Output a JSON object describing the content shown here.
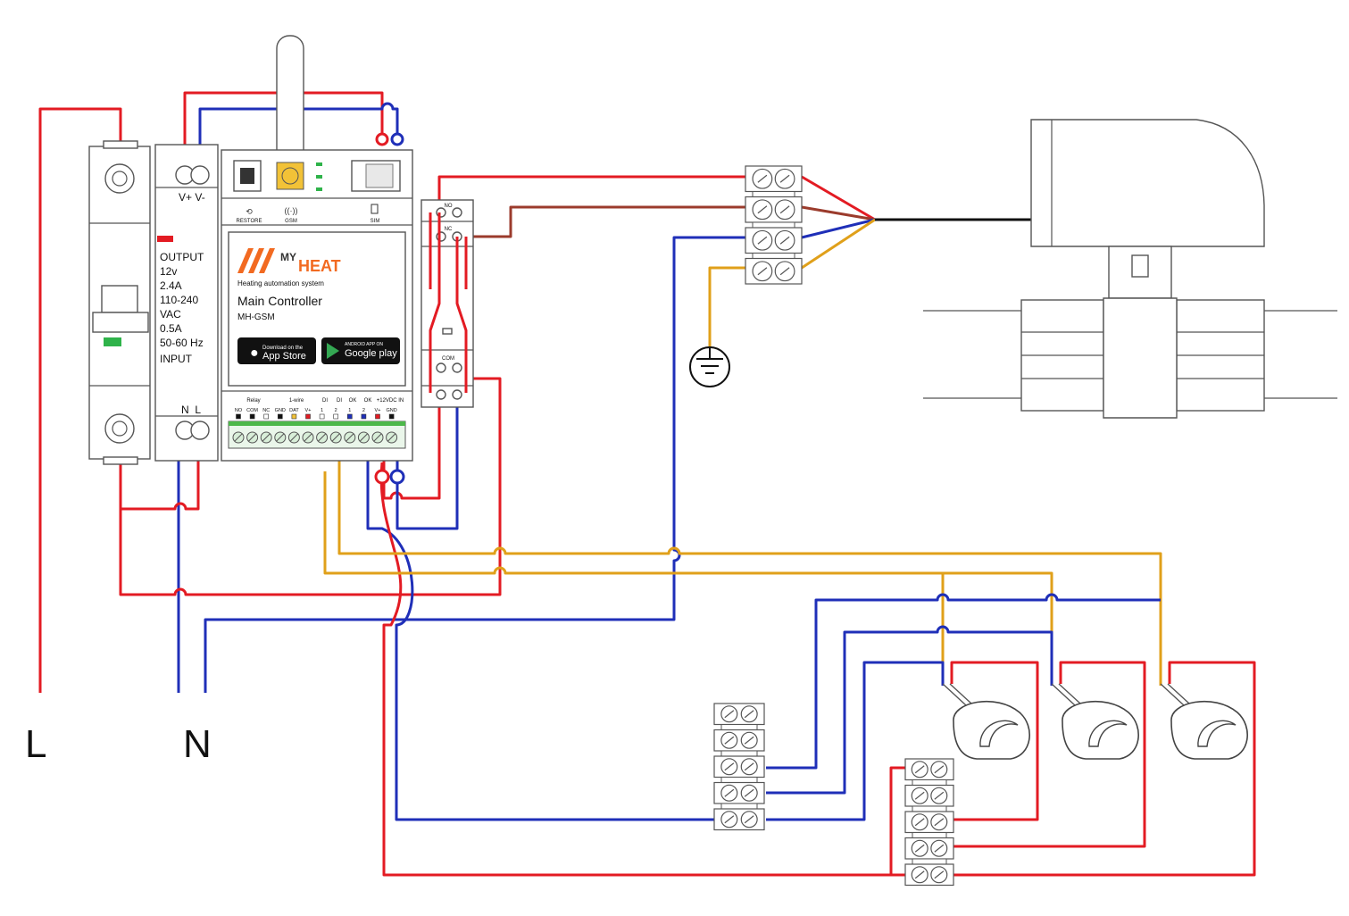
{
  "labels": {
    "line_L": "L",
    "line_N": "N"
  },
  "psu": {
    "top_terminals": "V+ V-",
    "output_label": "OUTPUT",
    "voltage_out": "12v",
    "current_out": "2.4A",
    "voltage_in": "110-240",
    "vac": "VAC",
    "current_in": "0.5A",
    "frequency": "50-60 Hz",
    "input_label": "INPUT",
    "bottom_terminals": "N  L"
  },
  "controller": {
    "restore_label": "RESTORE",
    "gsm_label": "GSM",
    "sim_label": "SIM",
    "brand_my": "MY",
    "brand_heat": "HEAT",
    "tagline": "Heating automation system",
    "title": "Main Controller",
    "model": "MH-GSM",
    "appstore_small": "Download on the",
    "appstore_big": "App Store",
    "googleplay_small": "ANDROID APP ON",
    "googleplay_big": "Google play",
    "group_relay": "Relay",
    "group_onewire": "1-wire",
    "group_di1": "DI",
    "group_di2": "DI",
    "group_ok1": "OK",
    "group_ok2": "OK",
    "group_power": "+12VDC IN",
    "pins": [
      "NO",
      "COM",
      "NC",
      "GND",
      "DAT",
      "V+",
      "1",
      "2",
      "1",
      "2",
      "V+",
      "GND"
    ]
  },
  "relay": {
    "no": "NO",
    "nc": "NC",
    "com": "COM"
  },
  "colors": {
    "phase": "#e31b23",
    "neutral": "#1f2fb8",
    "signal": "#e0a01a",
    "valve_brown": "#9b3b2c",
    "brand_orange": "#f26a21"
  }
}
